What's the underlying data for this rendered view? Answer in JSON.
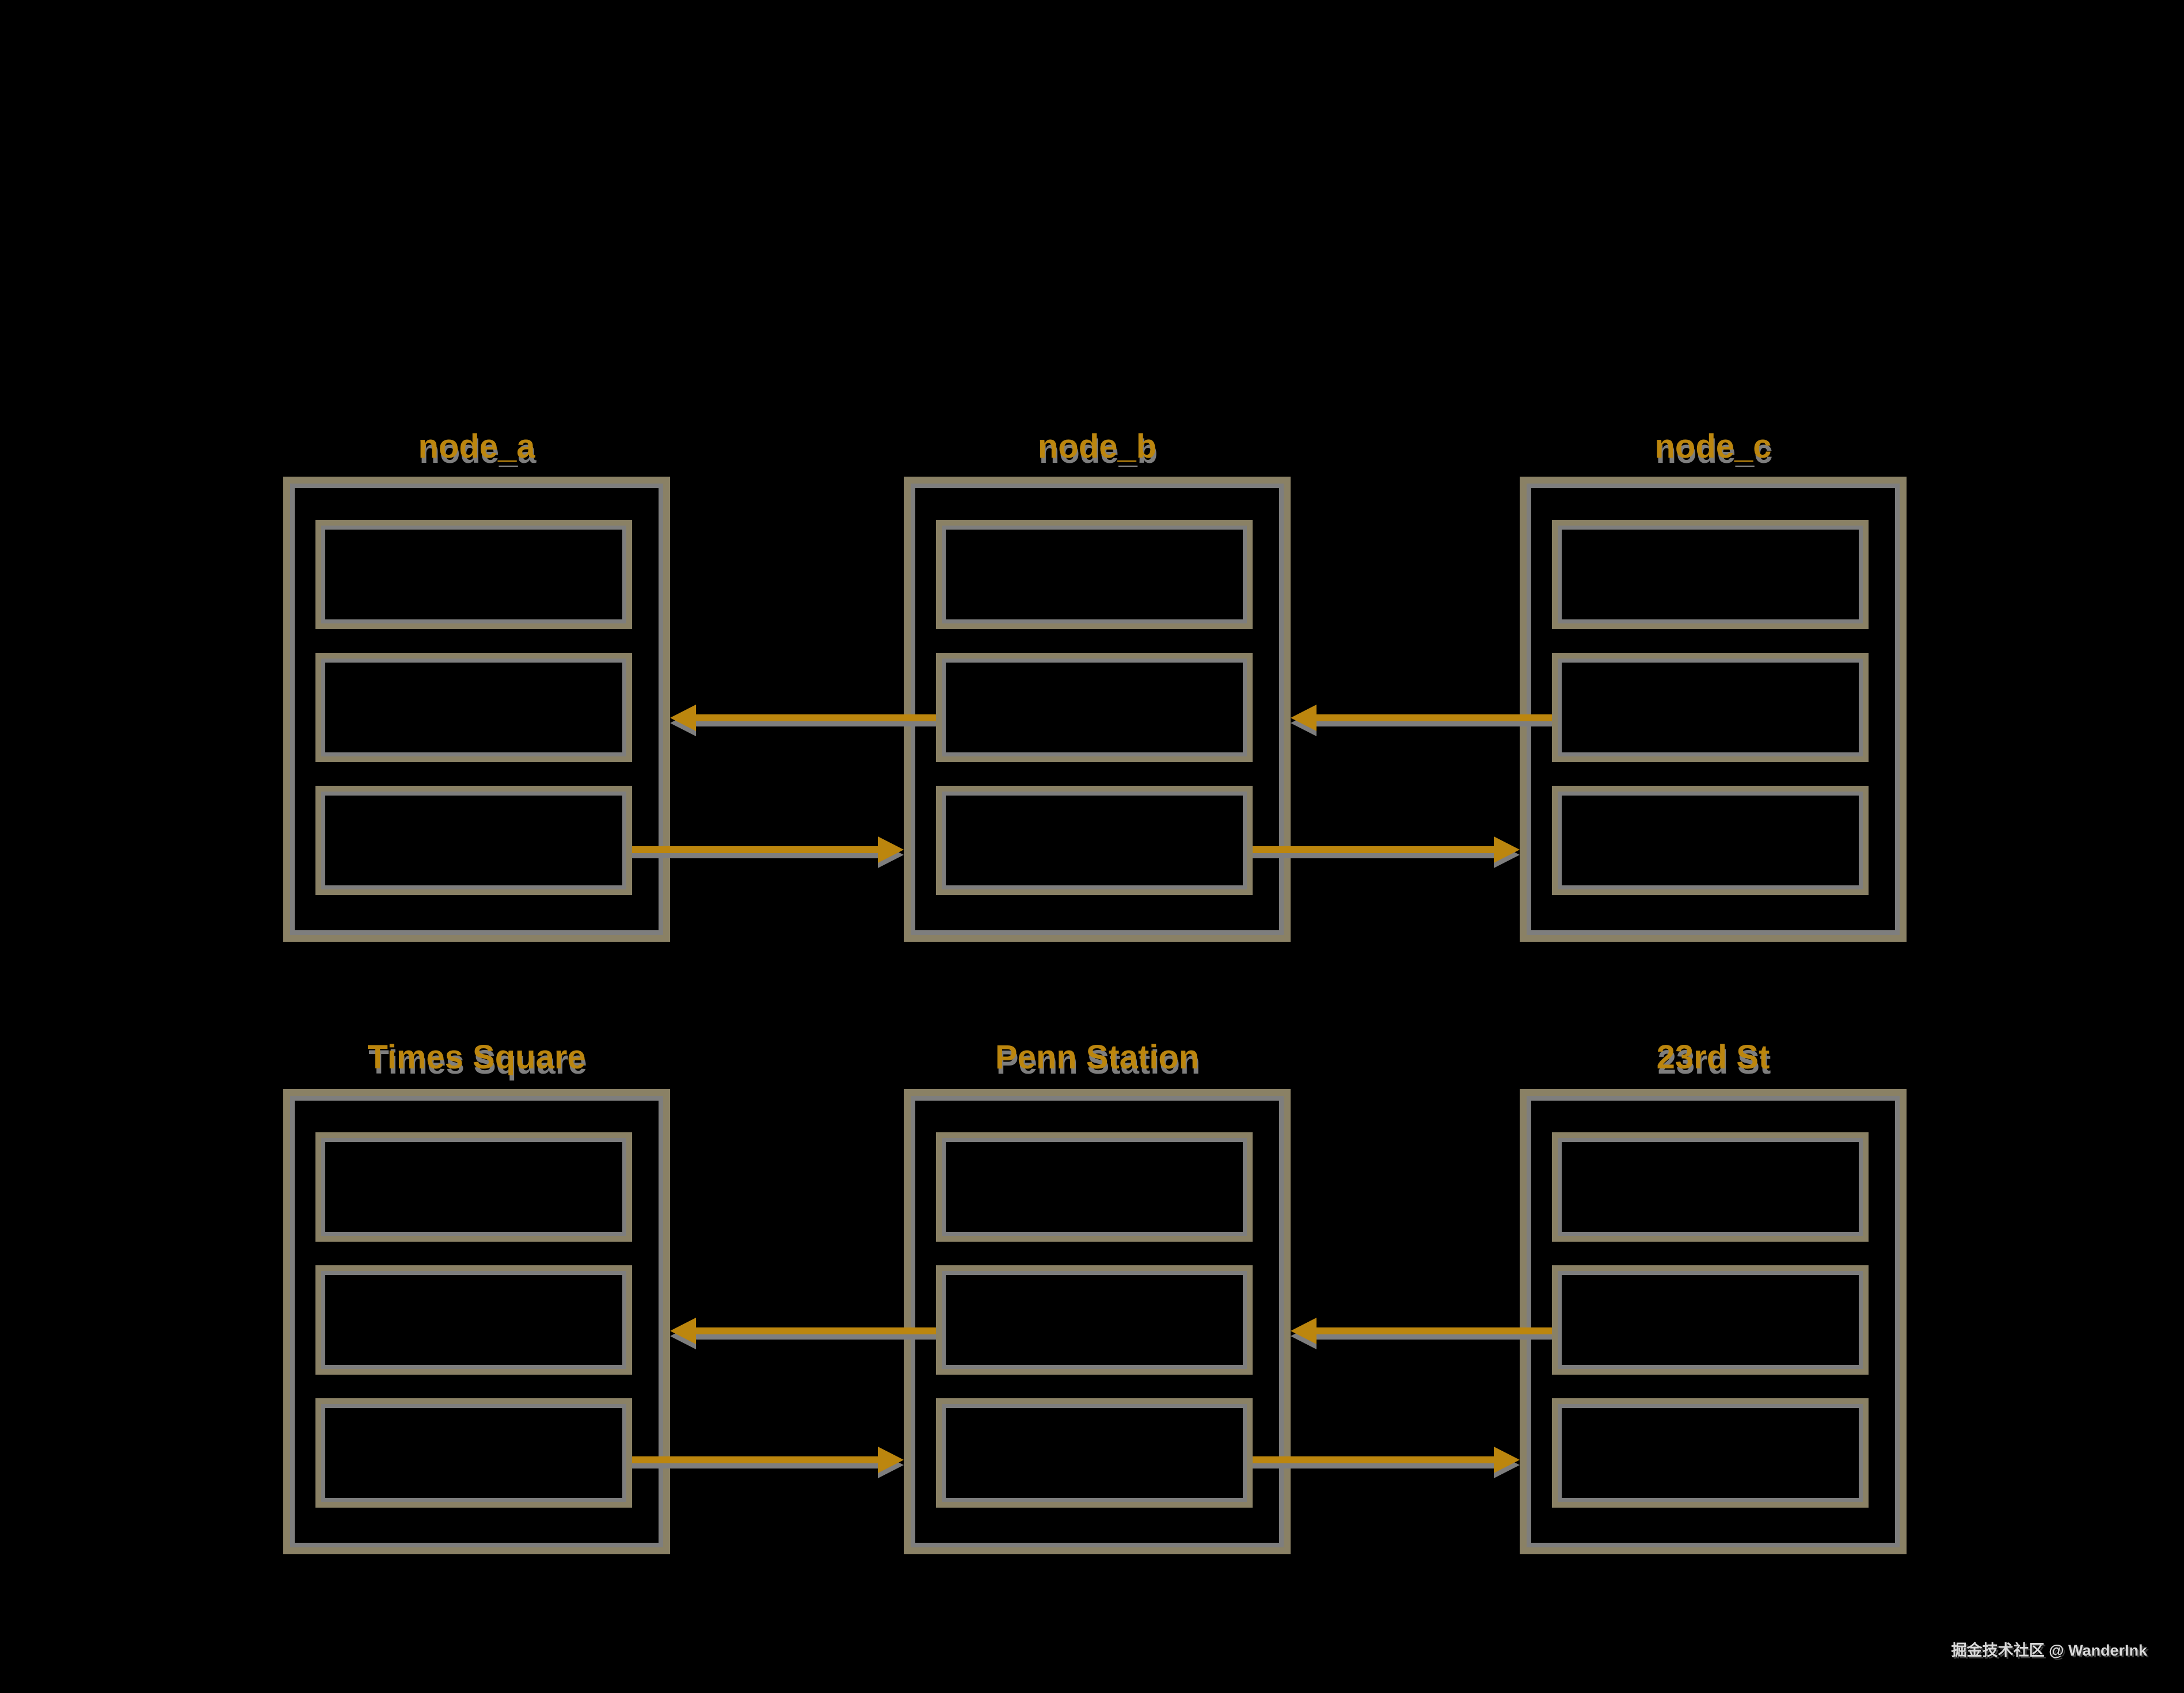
{
  "diagram_type": "doubly-linked-list",
  "colors": {
    "background": "#000000",
    "box_border_tan": "#8a8165",
    "shadow_gray": "#7e7e7e",
    "arrow_gold": "#bc860e",
    "label_gold": "#bc860e",
    "watermark_text": "#d9d9d9"
  },
  "nodes": {
    "row1": [
      {
        "label": "node_a"
      },
      {
        "label": "node_b"
      },
      {
        "label": "node_c"
      }
    ],
    "row2": [
      {
        "label": "Times Square"
      },
      {
        "label": "Penn Station"
      },
      {
        "label": "23rd St"
      }
    ]
  },
  "links": [
    {
      "from": "node_b",
      "to": "node_a",
      "pointer": "prev"
    },
    {
      "from": "node_a",
      "to": "node_b",
      "pointer": "next"
    },
    {
      "from": "node_c",
      "to": "node_b",
      "pointer": "prev"
    },
    {
      "from": "node_b",
      "to": "node_c",
      "pointer": "next"
    },
    {
      "from": "Penn Station",
      "to": "Times Square",
      "pointer": "prev"
    },
    {
      "from": "Times Square",
      "to": "Penn Station",
      "pointer": "next"
    },
    {
      "from": "23rd St",
      "to": "Penn Station",
      "pointer": "prev"
    },
    {
      "from": "Penn Station",
      "to": "23rd St",
      "pointer": "next"
    }
  ],
  "watermark": {
    "text": "掘金技术社区 @ WanderInk"
  }
}
